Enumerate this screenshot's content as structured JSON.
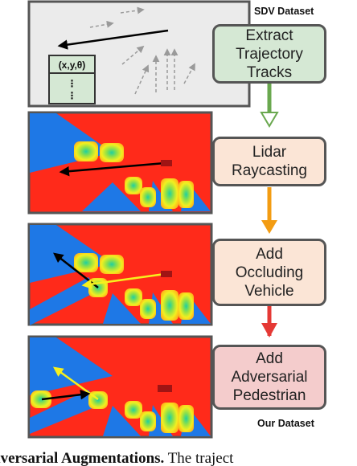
{
  "labels": {
    "top": "SDV Dataset",
    "bottom": "Our Dataset"
  },
  "steps": [
    {
      "text": "Extract\nTrajectory\nTracks",
      "fill": "#d5e8d4"
    },
    {
      "text": "Lidar\nRaycasting",
      "fill": "#fbe5d6"
    },
    {
      "text": "Add\nOccluding\nVehicle",
      "fill": "#fbe5d6"
    },
    {
      "text": "Add\nAdversarial\nPedestrian",
      "fill": "#f4cccc"
    }
  ],
  "arrows": [
    {
      "color": "#6aa84f"
    },
    {
      "color": "#f39c12"
    },
    {
      "color": "#e53935"
    }
  ],
  "track_table": {
    "header": "(x,y,θ)",
    "rows": [
      "⋮",
      "⋮"
    ],
    "fill": "#d5e8d4"
  },
  "caption": {
    "bold": "dversarial Augmentations.",
    "rest": " The traject"
  },
  "colors": {
    "occupancy_red": "#ff2a1a",
    "occlusion_blue": "#1e78e6",
    "raw_panel": "#ebebeb",
    "path_black": "#000000",
    "path_yellow": "#f6f01e",
    "ego_car": "#a01414"
  }
}
